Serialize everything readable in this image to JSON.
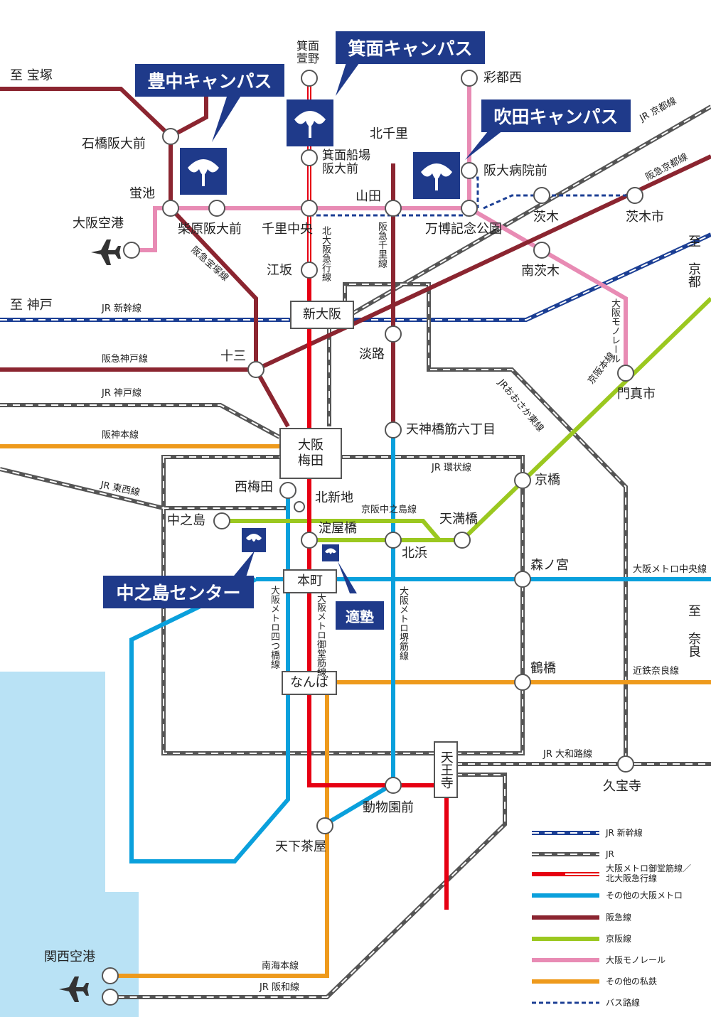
{
  "directions": {
    "takarazuka": "至 宝塚",
    "kobe": "至 神戸",
    "kyoto": "至 京都",
    "nara": "至 奈良"
  },
  "campuses": {
    "toyonaka": "豊中キャンパス",
    "minoh": "箕面キャンパス",
    "suita": "吹田キャンパス",
    "nakanoshima": "中之島センター",
    "tekijuku": "適塾"
  },
  "stations": {
    "minoh_kayano": "箕面\n萱野",
    "saitonishi": "彩都西",
    "ishibashi": "石橋阪大前",
    "kitasenri": "北千里",
    "minoh_funaba": "箕面船場\n阪大前",
    "handai_byoin": "阪大病院前",
    "hotarugaike": "蛍池",
    "osaka_airport": "大阪空港",
    "shibahara": "柴原阪大前",
    "senri_chuo": "千里中央",
    "yamada": "山田",
    "banpaku": "万博記念公園",
    "ibaraki": "茨木",
    "ibaraki_shi": "茨木市",
    "minami_ibaraki": "南茨木",
    "esaka": "江坂",
    "shin_osaka": "新大阪",
    "awaji": "淡路",
    "juso": "十三",
    "kadoma": "門真市",
    "tenjinbashi": "天神橋筋六丁目",
    "osaka_umeda": "大阪\n梅田",
    "nishi_umeda": "西梅田",
    "kita_shinchi": "北新地",
    "kyobashi": "京橋",
    "nakanoshima": "中之島",
    "yodoyabashi": "淀屋橋",
    "temmabashi": "天満橋",
    "kitahama": "北浜",
    "morinomiya": "森ノ宮",
    "hommachi": "本町",
    "tsuruhashi": "鶴橋",
    "namba": "なんば",
    "tennoji": "天王寺",
    "kyuhoji": "久宝寺",
    "dobutsuen": "動物園前",
    "tengachaya": "天下茶屋",
    "kansai_airport": "関西空港"
  },
  "lines": {
    "jr_kyoto": "JR 京都線",
    "hankyu_kyoto": "阪急京都線",
    "hankyu_takarazuka": "阪急宝塚線",
    "kita_osaka_kyuko": "北大阪急行線",
    "hankyu_senri": "阪急千里線",
    "jr_shinkansen": "JR 新幹線",
    "hankyu_kobe": "阪急神戸線",
    "jr_kobe": "JR 神戸線",
    "hanshin": "阪神本線",
    "jr_tozai": "JR 東西線",
    "jr_osakahigashi": "JRおおさか東線",
    "osaka_monorail": "大阪モノレール",
    "keihan": "京阪本線",
    "jr_loop": "JR 環状線",
    "keihan_nakanoshima": "京阪中之島線",
    "metro_chuo": "大阪メトロ中央線",
    "metro_yotsubashi": "大阪メトロ四つ橋線",
    "metro_midosuji": "大阪メトロ御堂筋線",
    "metro_sakaisuji": "大阪メトロ堺筋線",
    "kintetsu_nara": "近鉄奈良線",
    "jr_yamatoji": "JR 大和路線",
    "nankai": "南海本線",
    "jr_hanwa": "JR 阪和線"
  },
  "legend": [
    {
      "label": "JR 新幹線"
    },
    {
      "label": "JR"
    },
    {
      "label": "大阪メトロ御堂筋線／\n北大阪急行線"
    },
    {
      "label": "その他の大阪メトロ"
    },
    {
      "label": "阪急線"
    },
    {
      "label": "京阪線"
    },
    {
      "label": "大阪モノレール"
    },
    {
      "label": "その他の私鉄"
    },
    {
      "label": "バス路線"
    }
  ],
  "colors": {
    "hankyu": "#8b2530",
    "midosuji": "#e60012",
    "metro": "#0aa0dc",
    "keihan": "#9bc820",
    "monorail": "#e88bb4",
    "private": "#ee9a1c",
    "jr": "#555555",
    "shinkansen": "#1c3f94",
    "campus": "#1f3a8a",
    "sea": "#b9e2f5"
  }
}
